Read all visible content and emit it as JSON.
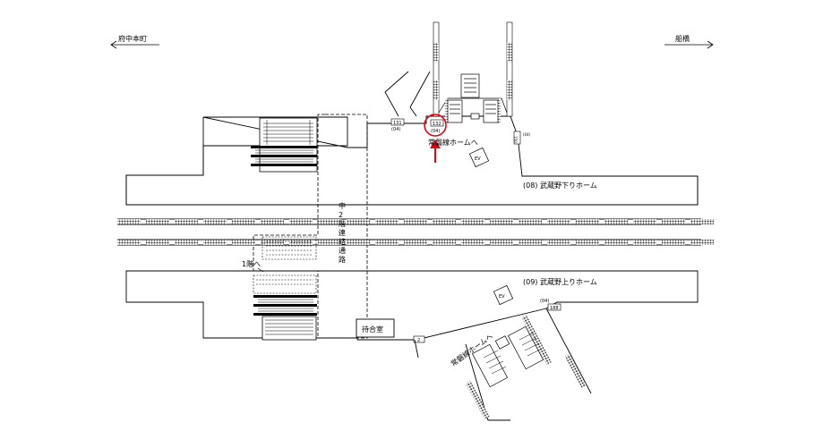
{
  "directions": {
    "left": "府中本町",
    "right": "船橋"
  },
  "platforms": {
    "down": "(08) 武蔵野下りホーム",
    "up": "(09) 武蔵野上りホーム"
  },
  "corridor_label": "中2階連絡通路",
  "first_floor_label": "1階へ",
  "joban_upper_label": "常磐線ホームへ",
  "joban_lower_label": "常磐線ホームへ",
  "waiting_room": "待合室",
  "elevator_upper": "EV",
  "elevator_lower": "EV",
  "pillar_labels": {
    "p131": "131",
    "p04a": "(04)",
    "p132": "132",
    "p04b": "(04)",
    "p150": "150",
    "p04c": "(04)",
    "p188": "188",
    "p04d": "(04)",
    "p2": "2"
  },
  "colors": {
    "marker": "#e60012",
    "line": "#000000",
    "hatch": "#333333"
  }
}
